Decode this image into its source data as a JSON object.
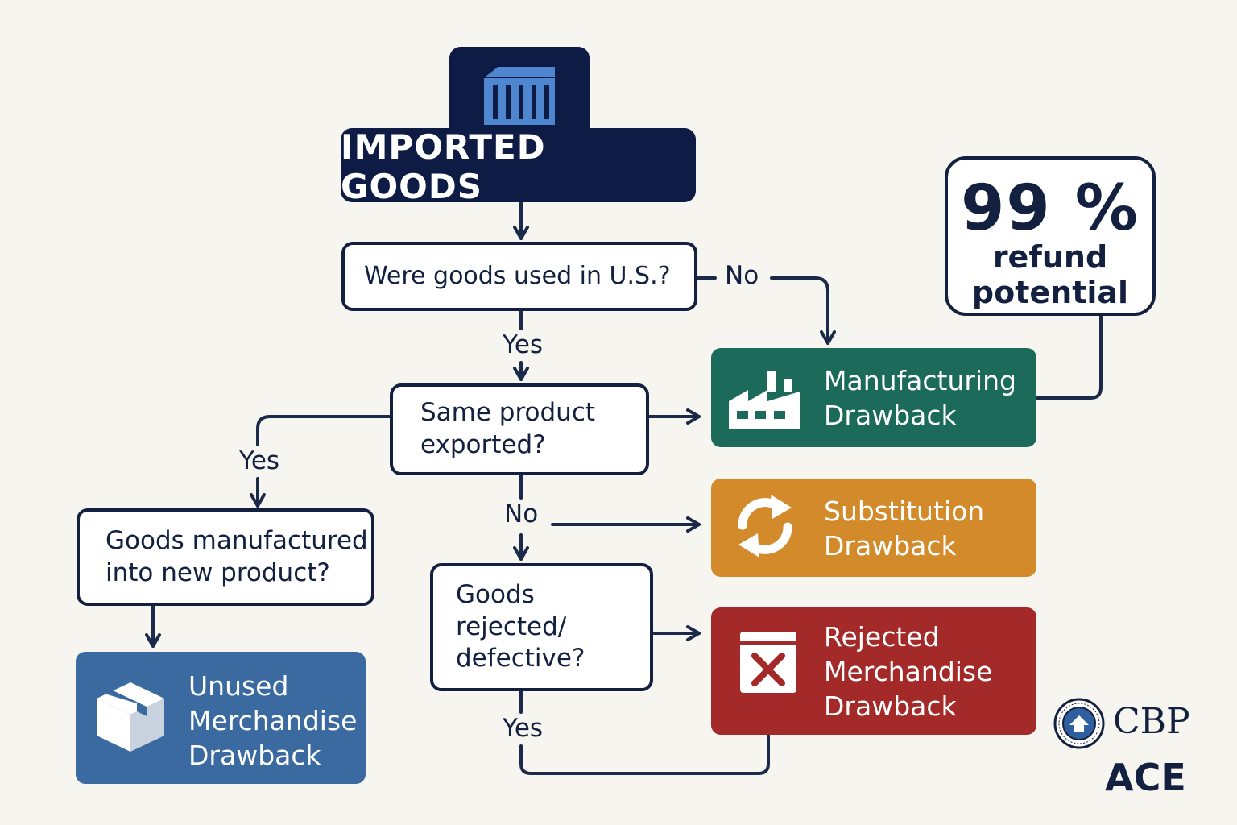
{
  "title": "IMPORTED GOODS",
  "questions": {
    "used_in_us": "Were goods used in U.S.?",
    "same_product_line1": "Same product",
    "same_product_line2": "exported?",
    "manufactured_line1": "Goods manufactured",
    "manufactured_line2": "into new product?",
    "rejected_line1": "Goods",
    "rejected_line2": "rejected/",
    "rejected_line3": "defective?"
  },
  "branch_labels": {
    "no_1": "No",
    "yes_1": "Yes",
    "yes_2": "Yes",
    "no_2": "No",
    "yes_3": "Yes"
  },
  "results": {
    "manufacturing": {
      "line1": "Manufacturing",
      "line2": "Drawback",
      "color": "#1c6b5a",
      "icon": "factory-icon"
    },
    "substitution": {
      "line1": "Substitution",
      "line2": "Drawback",
      "color": "#d28a2a",
      "icon": "sync-arrows-icon"
    },
    "rejected": {
      "line1": "Rejected",
      "line2": "Merchandise",
      "line3": "Drawback",
      "color": "#a32a28",
      "icon": "x-box-icon"
    },
    "unused": {
      "line1": "Unused",
      "line2": "Merchandise",
      "line3": "Drawback",
      "color": "#3b6aa0",
      "icon": "package-icon"
    }
  },
  "refund": {
    "value": "99 %",
    "line1": "refund",
    "line2": "potential"
  },
  "branding": {
    "agency": "CBP",
    "system": "ACE"
  },
  "colors": {
    "navy": "#0d1b45",
    "line": "#1b2a4a",
    "background": "#f7f5f0"
  }
}
